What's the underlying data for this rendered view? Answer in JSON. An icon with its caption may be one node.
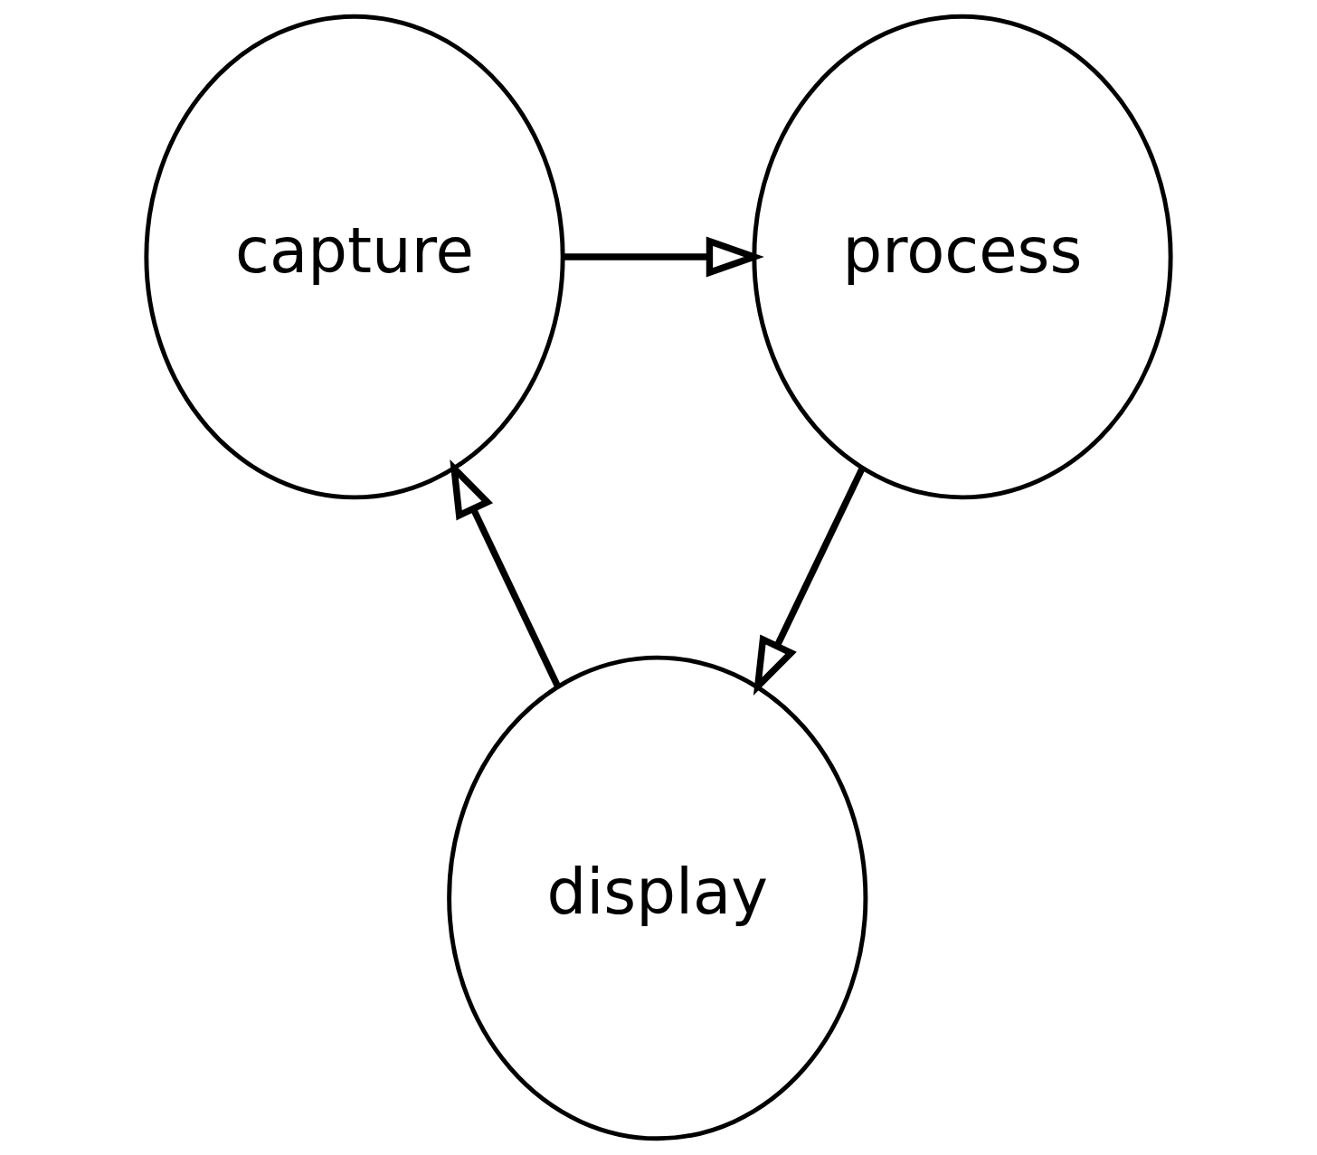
{
  "diagram": {
    "nodes": [
      {
        "text": [
          "capture"
        ]
      },
      {
        "text": [
          "process"
        ]
      },
      {
        "text": [
          "display"
        ]
      }
    ],
    "edges": [
      {
        "from": 0,
        "to": 1,
        "arrow": "to"
      },
      {
        "from": 1,
        "to": 2,
        "arrow": "to"
      },
      {
        "from": 2,
        "to": 0,
        "arrow": "to"
      }
    ]
  }
}
